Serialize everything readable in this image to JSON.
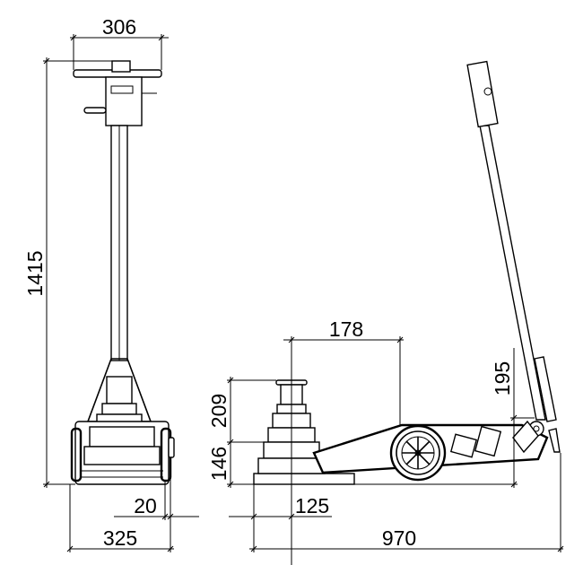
{
  "dimensions": {
    "handle_width": "306",
    "total_height": "1415",
    "saddle_offset": "178",
    "ram_stroke": "209",
    "min_height": "146",
    "handle_pivot_height": "195",
    "saddle_to_front": "125",
    "side_clearance": "20",
    "overall_width": "325",
    "overall_length": "970"
  }
}
